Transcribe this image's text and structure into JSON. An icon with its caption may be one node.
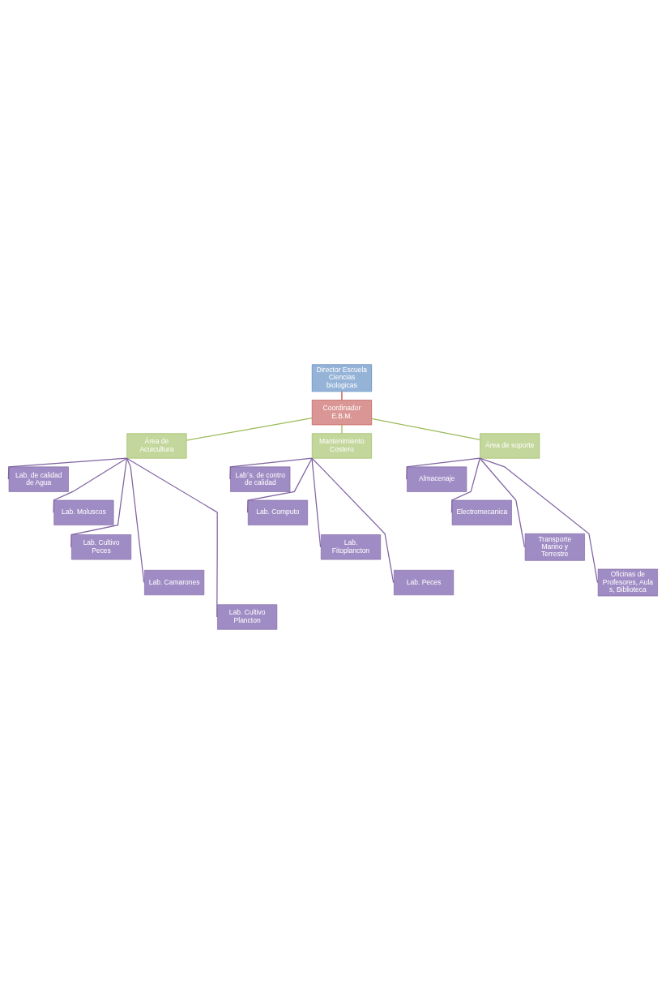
{
  "diagram": {
    "nodes": [
      {
        "text": [
          "Director Escuela Ciencias biologicas"
        ]
      },
      {
        "text": [
          "Coordinador E.B.M."
        ]
      },
      {
        "text": [
          "Área de Acuicultura"
        ]
      },
      {
        "text": [
          "Mantenimiento Costero"
        ]
      },
      {
        "text": [
          "Área de soporte"
        ]
      },
      {
        "text": [
          "Lab. de calidad de Agua"
        ]
      },
      {
        "text": [
          "Lab. Moluscos"
        ]
      },
      {
        "text": [
          "Lab. Cultivo Peces"
        ]
      },
      {
        "text": [
          "Lab. Camarones"
        ]
      },
      {
        "text": [
          "Lab. Cultivo Plancton"
        ]
      },
      {
        "text": [
          "Lab´s. de contro de calidad"
        ]
      },
      {
        "text": [
          "Lab. Computo"
        ]
      },
      {
        "text": [
          "Lab. Fitoplancton"
        ]
      },
      {
        "text": [
          "Lab. Peces"
        ]
      },
      {
        "text": [
          "Almacenaje"
        ]
      },
      {
        "text": [
          "Electromecanica"
        ]
      },
      {
        "text": [
          "Transporte Marino y Terrestre"
        ]
      },
      {
        "text": [
          "Oficinas de Profesores, Aula s, Biblioteca"
        ]
      }
    ],
    "edges": [
      {
        "from": 0,
        "to": 1,
        "arrow": "none",
        "color": "#c0504d"
      },
      {
        "from": 1,
        "to": 2,
        "arrow": "none",
        "color": "#9bbb59"
      },
      {
        "from": 1,
        "to": 3,
        "arrow": "none",
        "color": "#9bbb59"
      },
      {
        "from": 1,
        "to": 4,
        "arrow": "none",
        "color": "#9bbb59"
      },
      {
        "from": 2,
        "to": 5,
        "arrow": "none"
      },
      {
        "from": 2,
        "to": 6,
        "arrow": "none"
      },
      {
        "from": 2,
        "to": 7,
        "arrow": "none"
      },
      {
        "from": 2,
        "to": 8,
        "arrow": "none"
      },
      {
        "from": 2,
        "to": 9,
        "arrow": "none"
      },
      {
        "from": 3,
        "to": 10,
        "arrow": "none"
      },
      {
        "from": 3,
        "to": 11,
        "arrow": "none"
      },
      {
        "from": 3,
        "to": 12,
        "arrow": "none"
      },
      {
        "from": 3,
        "to": 13,
        "arrow": "none"
      },
      {
        "from": 4,
        "to": 14,
        "arrow": "none"
      },
      {
        "from": 4,
        "to": 15,
        "arrow": "none"
      },
      {
        "from": 4,
        "to": 16,
        "arrow": "none"
      },
      {
        "from": 4,
        "to": 17,
        "arrow": "none"
      }
    ]
  }
}
